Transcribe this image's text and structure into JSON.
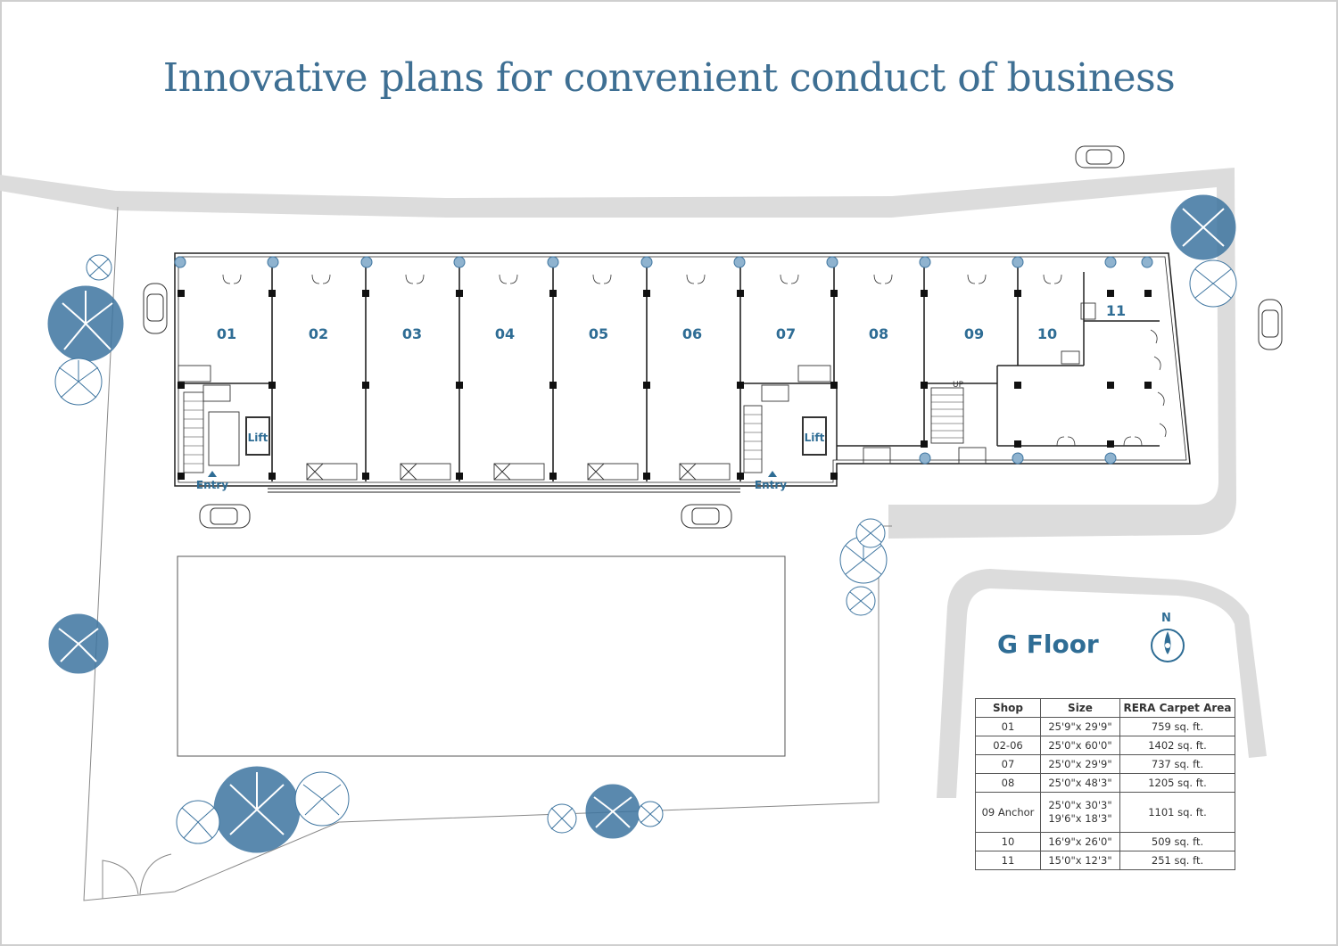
{
  "title": "Innovative plans for convenient conduct of business",
  "floor_label": "G Floor",
  "north_label": "N",
  "shops": [
    "01",
    "02",
    "03",
    "04",
    "05",
    "06",
    "07",
    "08",
    "09",
    "10",
    "11"
  ],
  "labels": {
    "lift": "Lift",
    "entry": "Entry",
    "up": "UP"
  },
  "table": {
    "headers": [
      "Shop",
      "Size",
      "RERA Carpet Area"
    ],
    "rows": [
      {
        "shop": "01",
        "size": "25'9\"x 29'9\"",
        "area": "759 sq. ft."
      },
      {
        "shop": "02-06",
        "size": "25'0\"x 60'0\"",
        "area": "1402 sq. ft."
      },
      {
        "shop": "07",
        "size": "25'0\"x 29'9\"",
        "area": "737 sq. ft."
      },
      {
        "shop": "08",
        "size": "25'0\"x 48'3\"",
        "area": "1205 sq. ft."
      },
      {
        "shop": "09 Anchor",
        "size": "25'0\"x 30'3\"",
        "size2": "19'6\"x 18'3\"",
        "area": "1101 sq. ft."
      },
      {
        "shop": "10",
        "size": "16'9\"x 26'0\"",
        "area": "509 sq. ft."
      },
      {
        "shop": "11",
        "size": "15'0\"x 12'3\"",
        "area": "251 sq. ft."
      }
    ]
  },
  "colors": {
    "accent": "#2f6d95",
    "road": "#dcdcdc",
    "tree": "#3e75a0",
    "wall": "#222222"
  }
}
